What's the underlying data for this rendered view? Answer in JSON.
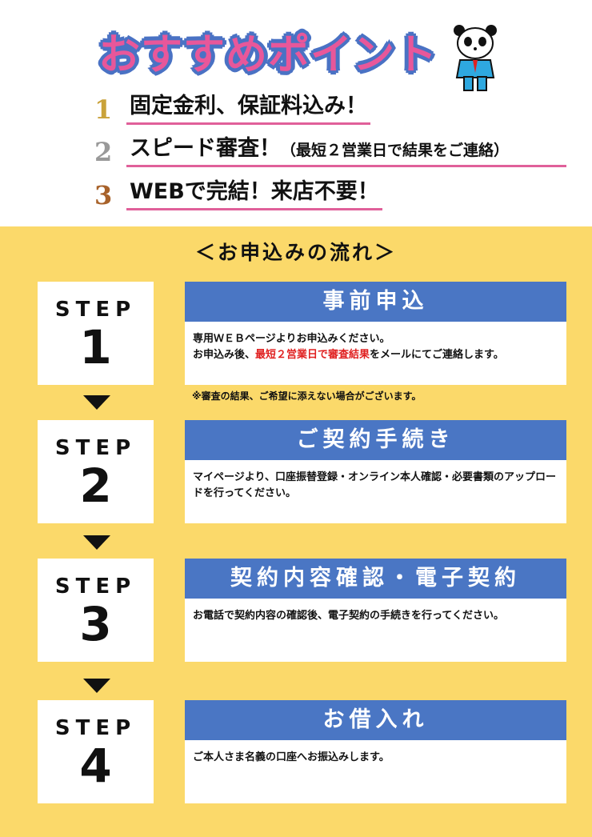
{
  "title": "おすすめポイント",
  "points": [
    {
      "num": "1",
      "text": "固定金利、保証料込み！",
      "note": ""
    },
    {
      "num": "2",
      "text": "スピード審査！",
      "note": "（最短２営業日で結果をご連絡）"
    },
    {
      "num": "3",
      "text": "WEBで完結！来店不要！",
      "note": ""
    }
  ],
  "flow_title": "＜お申込みの流れ＞",
  "step_label": "STEP",
  "steps": [
    {
      "num": "1",
      "title": "事前申込",
      "line1": "専用ＷＥＢページよりお申込みください。",
      "line2_pre": "お申込み後、",
      "line2_red": "最短２営業日で審査結果",
      "line2_post": "をメールにてご連絡します。"
    },
    {
      "num": "2",
      "title": "ご契約手続き",
      "body": "マイページより、口座振替登録・オンライン本人確認・必要書類のアップロードを行ってください。"
    },
    {
      "num": "3",
      "title": "契約内容確認・電子契約",
      "body": "お電話で契約内容の確認後、電子契約の手続きを行ってください。"
    },
    {
      "num": "4",
      "title": "お借入れ",
      "body": "ご本人さま名義の口座へお振込みします。"
    }
  ],
  "note": "※審査の結果、ご希望に添えない場合がございます。",
  "colors": {
    "pink": "#e8579a",
    "blue": "#4a76c4",
    "yellow": "#fbd96a",
    "red": "#e02020"
  }
}
